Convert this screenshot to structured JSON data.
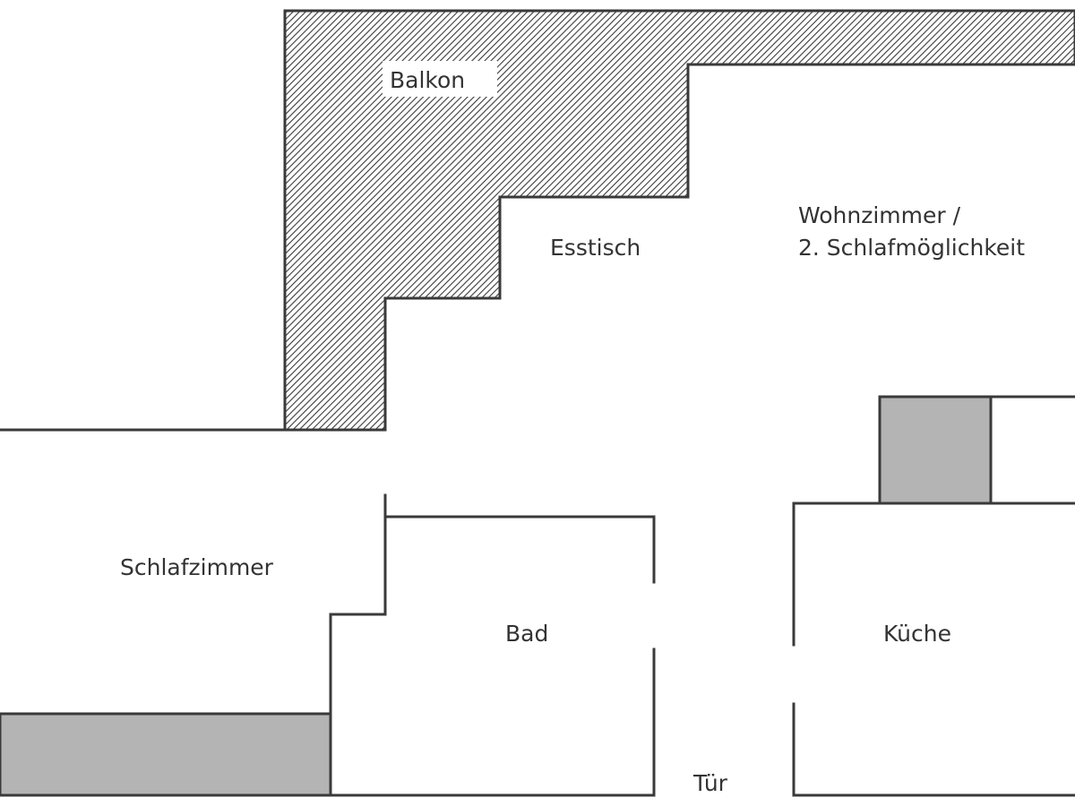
{
  "rooms": {
    "balkon": "Balkon",
    "esstisch": "Esstisch",
    "wohnzimmer_line1": "Wohnzimmer /",
    "wohnzimmer_line2": "2. Schlafmöglichkeit",
    "schlafzimmer": "Schlafzimmer",
    "bad": "Bad",
    "kueche": "Küche",
    "tuer": "Tür"
  },
  "colors": {
    "background": "#ffffff",
    "wall": "#3a3a3a",
    "hatch_stripe": "#3a3a3a",
    "furniture_gray": "#b4b4b4",
    "label_text": "#333333"
  }
}
